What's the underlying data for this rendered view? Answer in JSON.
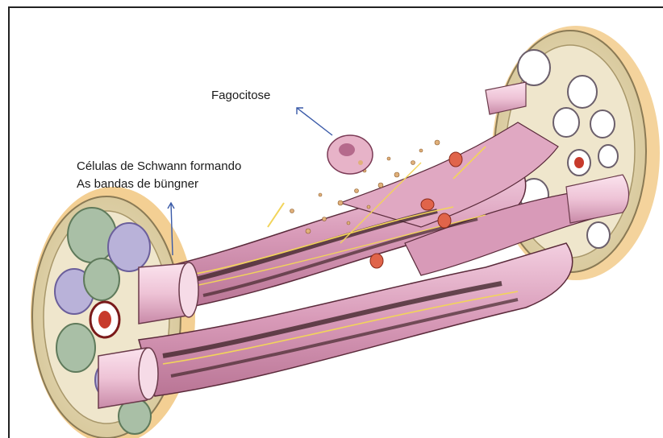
{
  "labels": {
    "fagocitose": "Fagocitose",
    "schwann_line1": "Células de Schwann formando",
    "schwann_line2": "As bandas de büngner"
  }
}
